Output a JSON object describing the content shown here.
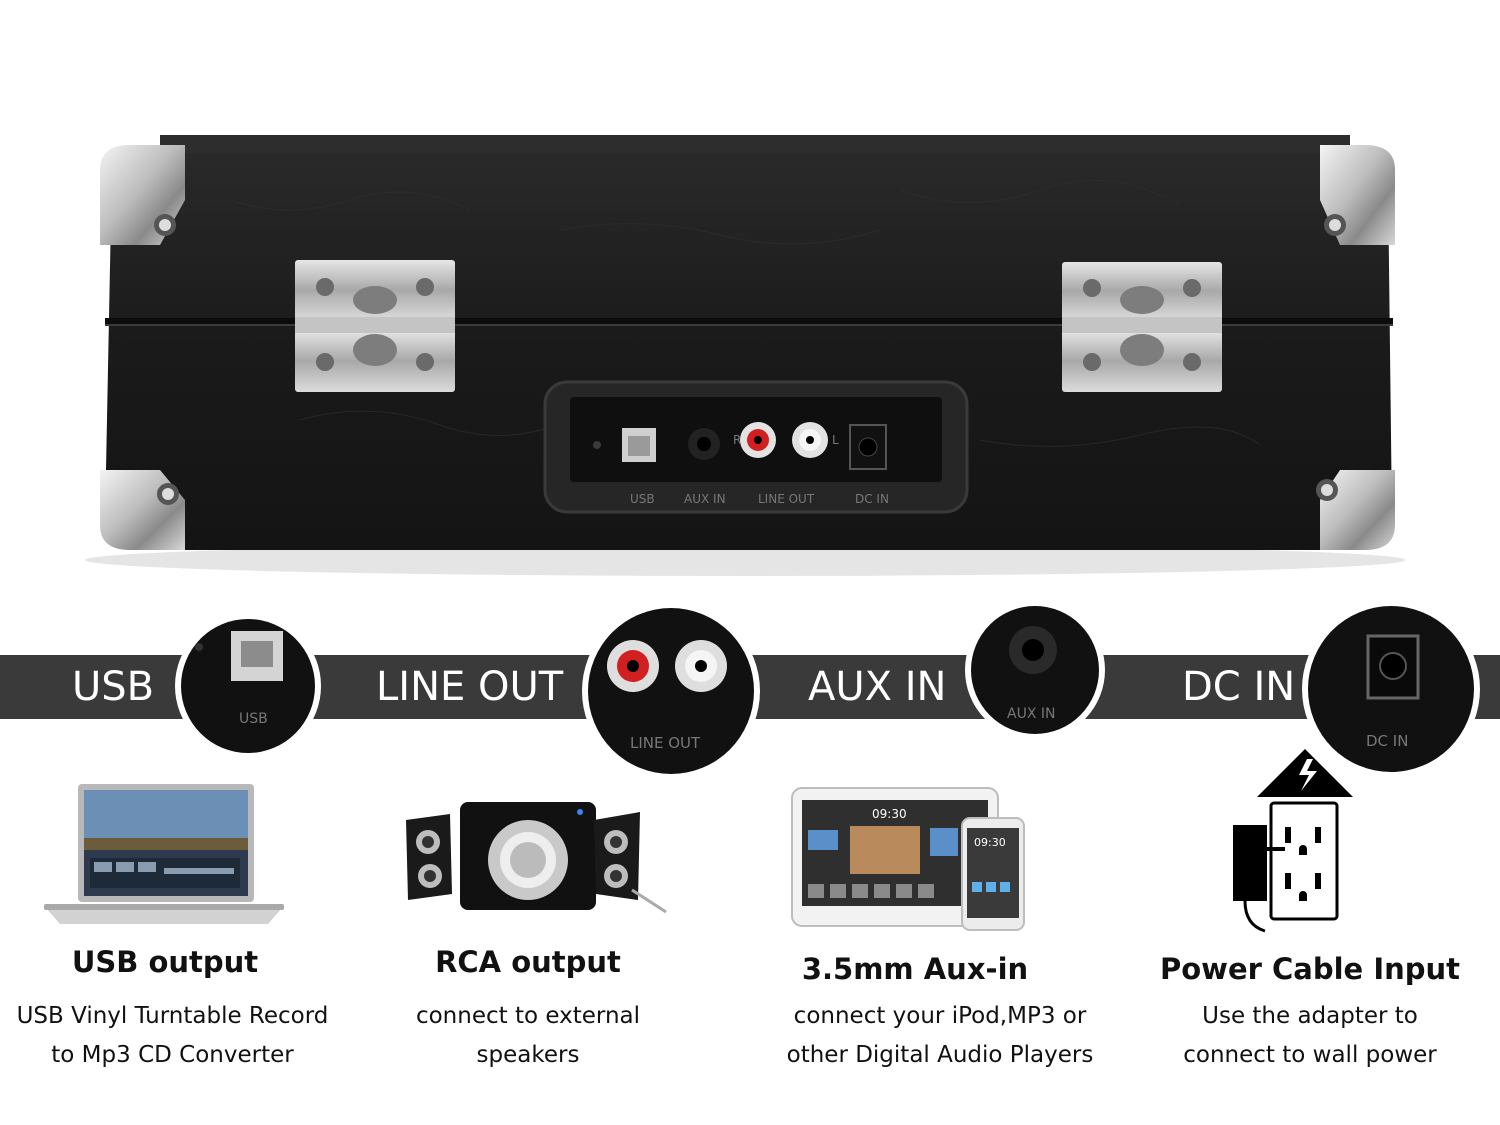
{
  "case": {
    "panel_labels": [
      "USB",
      "AUX IN",
      "LINE OUT",
      "DC IN"
    ],
    "rca_labels": [
      "R",
      "L"
    ]
  },
  "connectors": [
    {
      "label": "USB",
      "zoom_caption": "USB"
    },
    {
      "label": "LINE OUT",
      "zoom_caption": "LINE OUT"
    },
    {
      "label": "AUX IN",
      "zoom_caption": "AUX IN"
    },
    {
      "label": "DC IN",
      "zoom_caption": "DC IN"
    }
  ],
  "tiles": [
    {
      "title": "USB output",
      "desc_line1": "USB Vinyl Turntable Record",
      "desc_line2": "to Mp3 CD Converter",
      "icon": "laptop-icon"
    },
    {
      "title": "RCA output",
      "desc_line1": "connect to external",
      "desc_line2": "speakers",
      "icon": "speaker-icon"
    },
    {
      "title": "3.5mm Aux-in",
      "desc_line1": "connect your iPod,MP3 or",
      "desc_line2": "other Digital Audio Players",
      "icon": "tablet-phone-icon"
    },
    {
      "title": "Power Cable Input",
      "desc_line1": "Use the adapter to",
      "desc_line2": "connect to wall power",
      "icon": "power-outlet-icon"
    }
  ],
  "device_screen": {
    "time": "09:30"
  },
  "colors": {
    "band": "#3a3a3a",
    "case": "#1c1c1c",
    "chrome": "#c9c9c9",
    "rca_red": "#d22020"
  }
}
